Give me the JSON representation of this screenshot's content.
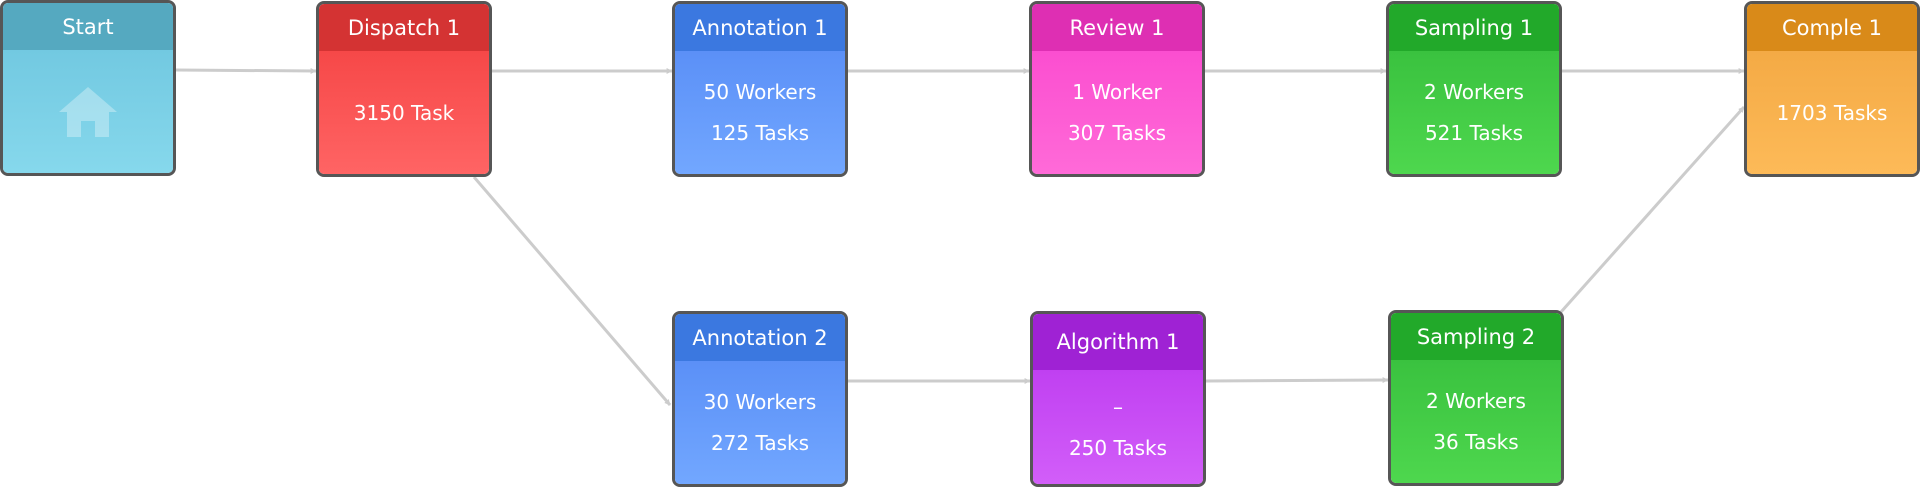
{
  "nodes": {
    "start": {
      "title": "Start",
      "icon": "home-icon",
      "color": "#55a9c0"
    },
    "dispatch1": {
      "title": "Dispatch 1",
      "line1": "3150 Task",
      "color": "#d43333"
    },
    "annotation1": {
      "title": "Annotation 1",
      "line1": "50 Workers",
      "line2": "125 Tasks",
      "color": "#3b78e0"
    },
    "review1": {
      "title": "Review 1",
      "line1": "1 Worker",
      "line2": "307 Tasks",
      "color": "#de2fb3"
    },
    "sampling1": {
      "title": "Sampling 1",
      "line1": "2 Workers",
      "line2": "521 Tasks",
      "color": "#22a92a"
    },
    "comple1": {
      "title": "Comple 1",
      "line1": "1703 Tasks",
      "color": "#d98a19"
    },
    "annotation2": {
      "title": "Annotation 2",
      "line1": "30 Workers",
      "line2": "272 Tasks",
      "color": "#3b78e0"
    },
    "algorithm1": {
      "title": "Algorithm 1",
      "line1": "–",
      "line2": "250 Tasks",
      "color": "#9f22d4"
    },
    "sampling2": {
      "title": "Sampling 2",
      "line1": "2 Workers",
      "line2": "36 Tasks",
      "color": "#22a92a"
    }
  },
  "edges": [
    {
      "from": "start",
      "to": "dispatch1"
    },
    {
      "from": "dispatch1",
      "to": "annotation1"
    },
    {
      "from": "annotation1",
      "to": "review1"
    },
    {
      "from": "review1",
      "to": "sampling1"
    },
    {
      "from": "sampling1",
      "to": "comple1"
    },
    {
      "from": "dispatch1",
      "to": "annotation2"
    },
    {
      "from": "annotation2",
      "to": "algorithm1"
    },
    {
      "from": "algorithm1",
      "to": "sampling2"
    },
    {
      "from": "sampling2",
      "to": "comple1"
    }
  ],
  "edge_color": "#cccccc"
}
